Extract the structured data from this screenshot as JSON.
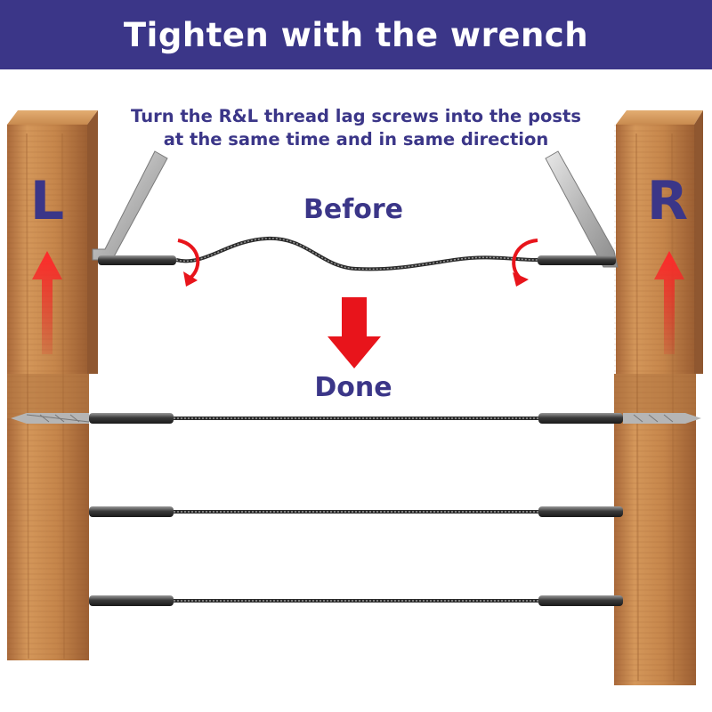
{
  "header": {
    "title": "Tighten with the wrench"
  },
  "instruction": {
    "line1": "Turn the R&L thread lag screws into the posts",
    "line2": "at the same time and in same direction"
  },
  "stages": {
    "before": "Before",
    "done": "Done"
  },
  "posts": {
    "left_letter": "L",
    "right_letter": "R"
  },
  "colors": {
    "banner": "#3b3688",
    "text": "#3b3688",
    "arrow_red": "#e8141b",
    "wood": "#c8874a"
  },
  "icons": {
    "down_arrow": "arrow-down-icon",
    "up_arrow": "arrow-up-icon",
    "rotate": "rotate-arrow-icon",
    "wrench": "wrench-icon"
  }
}
